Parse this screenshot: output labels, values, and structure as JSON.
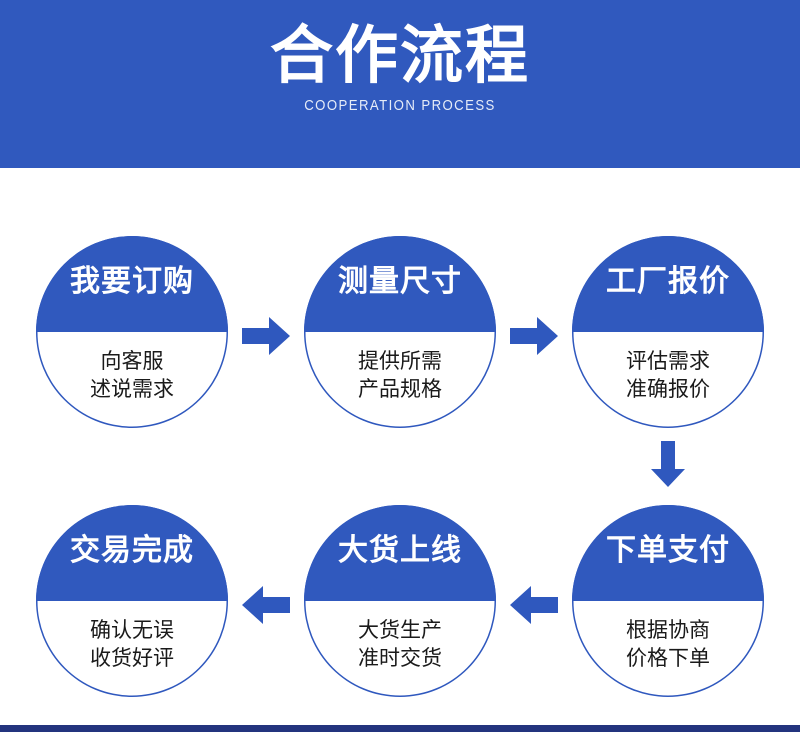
{
  "header": {
    "title": "合作流程",
    "subtitle": "COOPERATION PROCESS",
    "background_color": "#3059be",
    "title_color": "#ffffff"
  },
  "theme": {
    "primary_blue": "#3059be",
    "circle_border": "#2f58be",
    "arrow_color": "#2f58be",
    "bottom_bar_color": "#23347e",
    "body_text_color": "#1a1a1a",
    "page_background": "#ffffff"
  },
  "flow": {
    "steps": [
      {
        "id": 1,
        "title": "我要订购",
        "lines": [
          "向客服",
          "述说需求"
        ]
      },
      {
        "id": 2,
        "title": "测量尺寸",
        "lines": [
          "提供所需",
          "产品规格"
        ]
      },
      {
        "id": 3,
        "title": "工厂报价",
        "lines": [
          "评估需求",
          "准确报价"
        ]
      },
      {
        "id": 4,
        "title": "下单支付",
        "lines": [
          "根据协商",
          "价格下单"
        ]
      },
      {
        "id": 5,
        "title": "大货上线",
        "lines": [
          "大货生产",
          "准时交货"
        ]
      },
      {
        "id": 6,
        "title": "交易完成",
        "lines": [
          "确认无误",
          "收货好评"
        ]
      }
    ],
    "connectors": [
      {
        "id": 1,
        "direction": "right",
        "from": 1,
        "to": 2
      },
      {
        "id": 2,
        "direction": "right",
        "from": 2,
        "to": 3
      },
      {
        "id": 3,
        "direction": "down",
        "from": 3,
        "to": 4
      },
      {
        "id": 4,
        "direction": "left",
        "from": 4,
        "to": 5
      },
      {
        "id": 5,
        "direction": "left",
        "from": 5,
        "to": 6
      }
    ]
  }
}
